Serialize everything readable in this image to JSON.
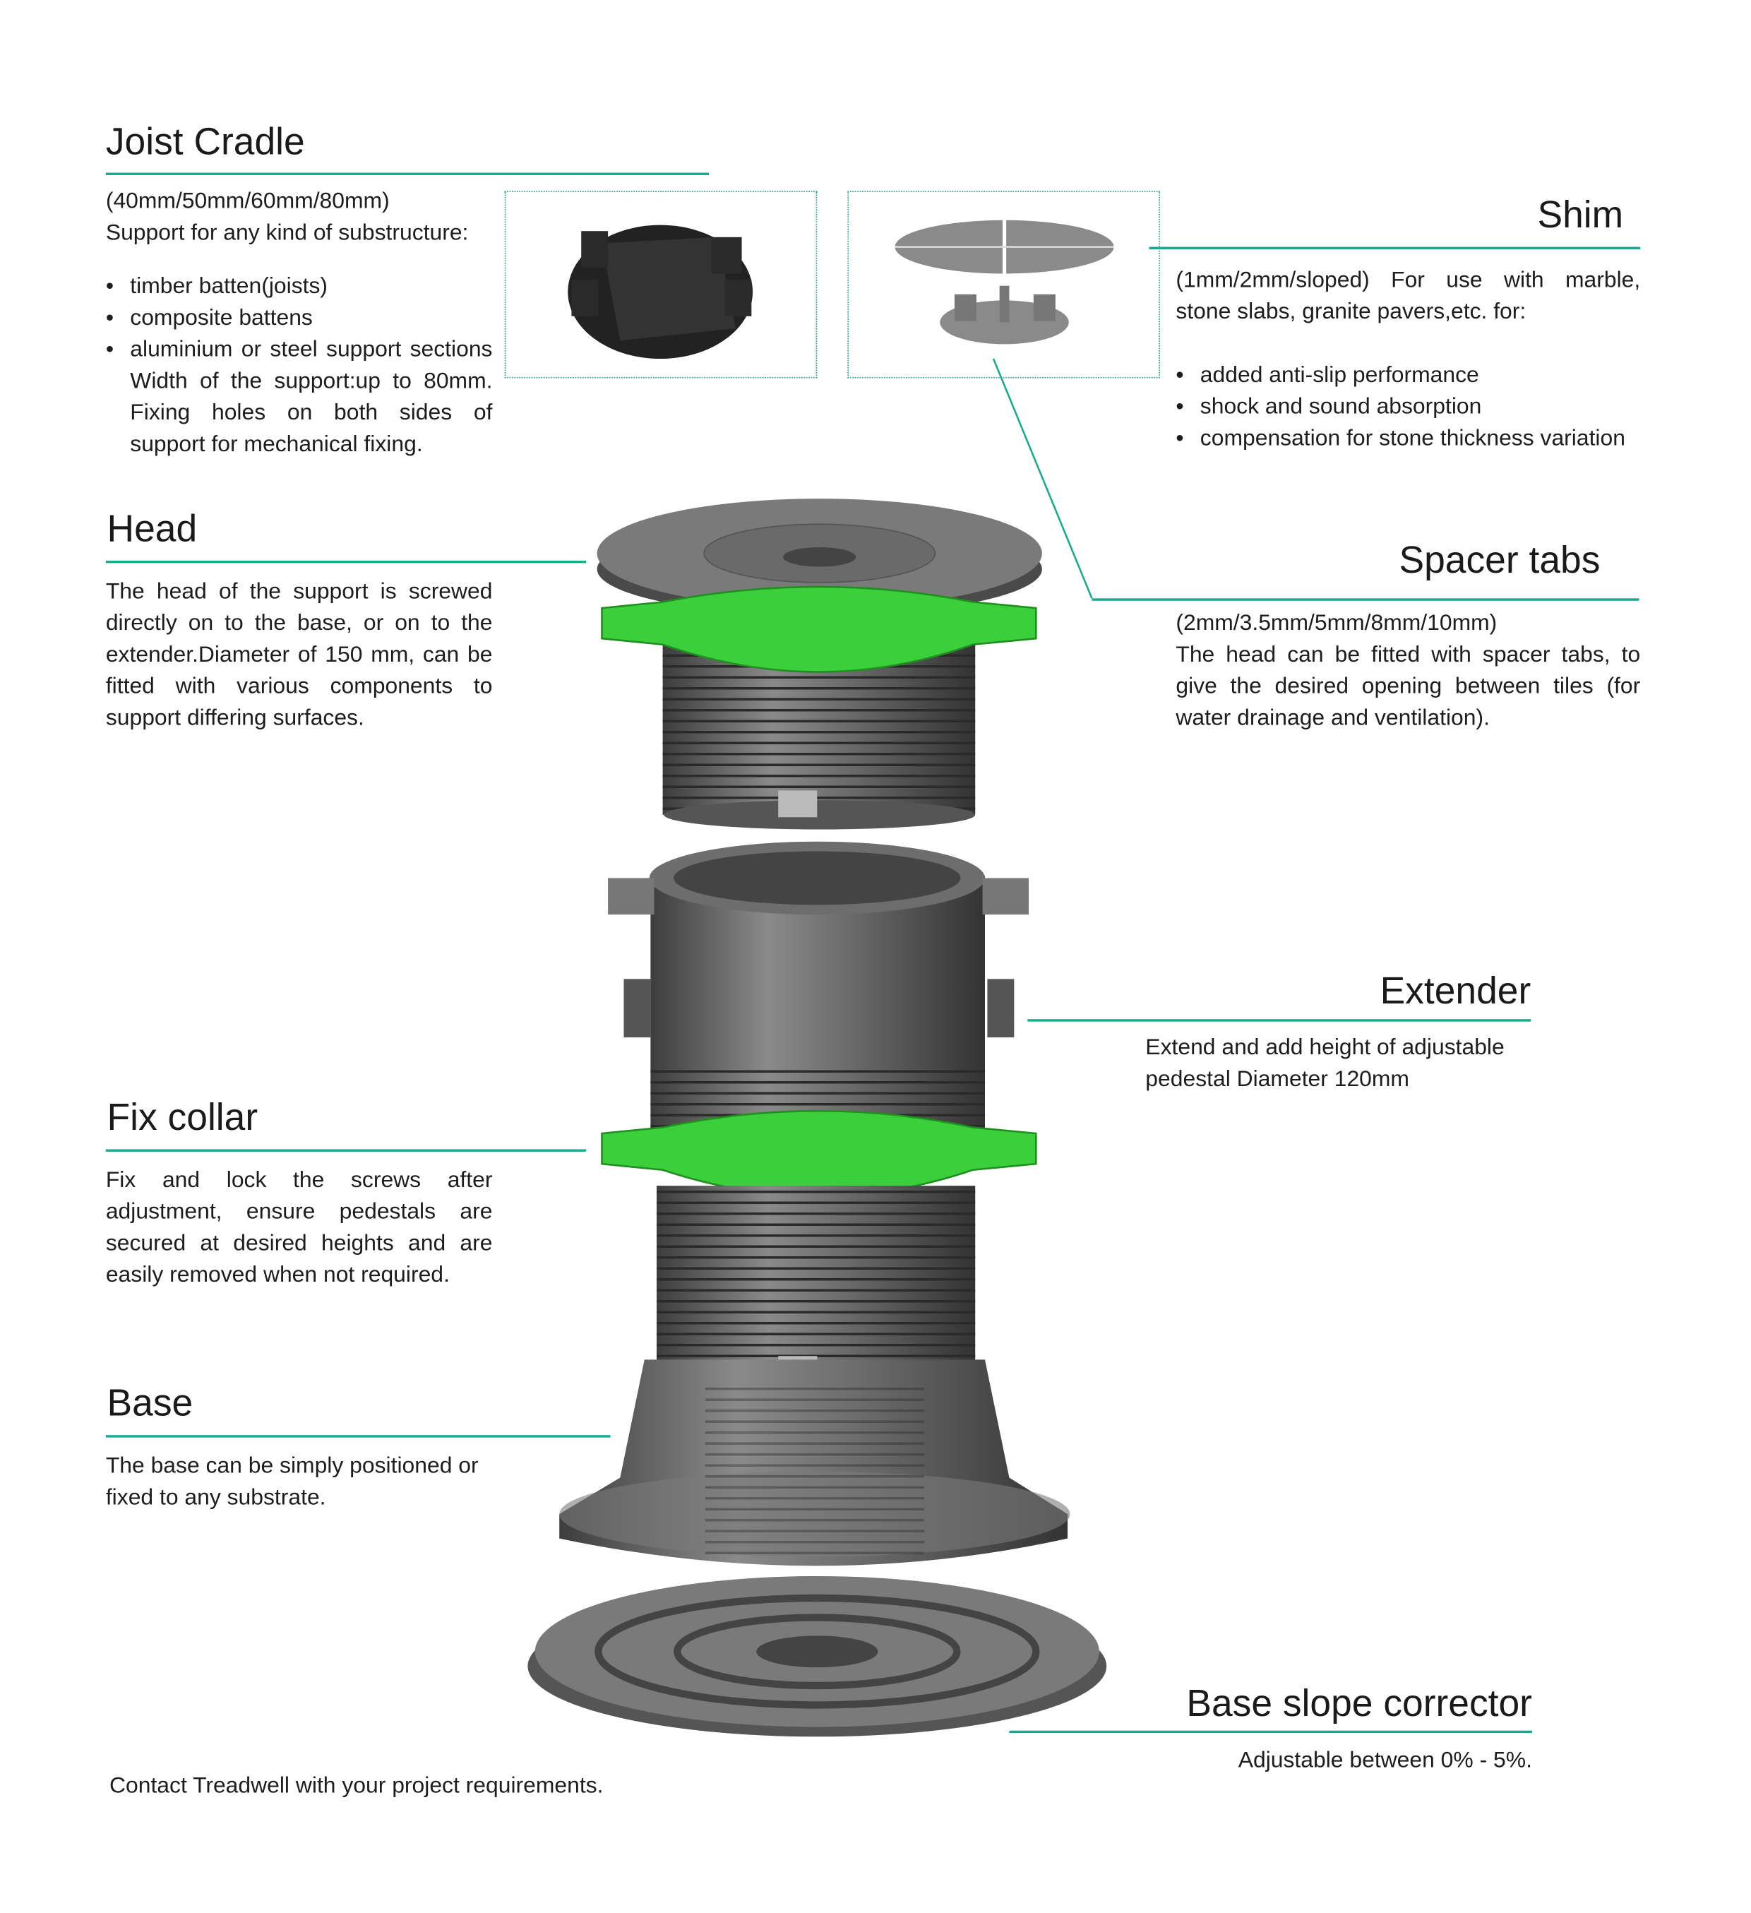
{
  "sections": {
    "joist_cradle": {
      "title": "Joist Cradle",
      "sizes": "(40mm/50mm/60mm/80mm)",
      "intro": "Support for any kind of substructure:",
      "bullets": [
        "timber batten(joists)",
        "composite battens",
        "aluminium or steel support sections Width of the support:up to 80mm. Fixing holes on both sides of support for mechanical fixing."
      ]
    },
    "shim": {
      "title": "Shim",
      "intro": "(1mm/2mm/sloped) For use with marble, stone slabs, granite pavers,etc. for:",
      "bullets": [
        "added anti-slip performance",
        "shock and sound absorption",
        "compensation for stone thickness variation"
      ]
    },
    "head": {
      "title": "Head",
      "body": "The head of the support is screwed directly on to the base, or on to the extender.Diameter of 150 mm, can be fitted with various components to support differing surfaces."
    },
    "spacer_tabs": {
      "title": "Spacer tabs",
      "sizes": "(2mm/3.5mm/5mm/8mm/10mm)",
      "body": "The head can be fitted with spacer tabs, to give the desired opening between tiles (for water drainage and ventilation)."
    },
    "extender": {
      "title": "Extender",
      "body": "Extend and add height of adjustable pedestal Diameter 120mm"
    },
    "fix_collar": {
      "title": "Fix collar",
      "body": "Fix and lock the screws after adjustment, ensure pedestals are secured at desired heights and are easily removed when not required."
    },
    "base": {
      "title": "Base",
      "body": "The base can be simply positioned or fixed to any substrate."
    },
    "base_slope_corrector": {
      "title": "Base slope corrector",
      "body": "Adjustable between 0% - 5%."
    }
  },
  "footer": "Contact Treadwell with your project requirements.",
  "colors": {
    "accent": "#1aab8f",
    "collar": "#3ccf3c",
    "part": "#5a5a5a"
  }
}
